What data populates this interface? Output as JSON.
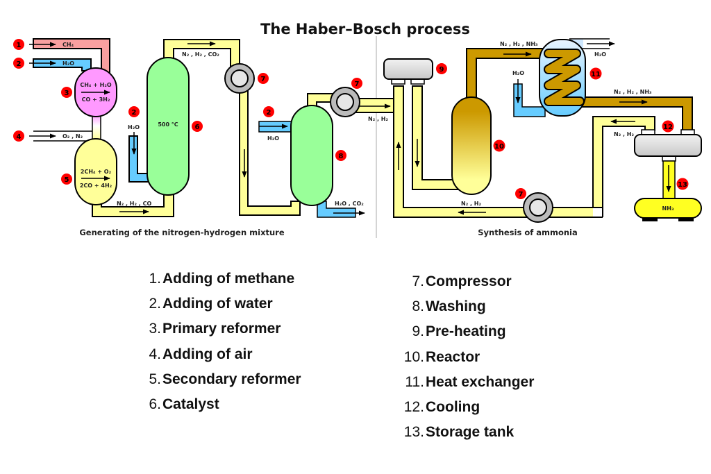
{
  "title": "The Haber–Bosch process",
  "sections": {
    "left": "Generating of the nitrogen-hydrogen mixture",
    "right": "Synthesis of ammonia"
  },
  "colors": {
    "methane": "#f9a0a0",
    "water": "#66ccff",
    "gas": "#ffff99",
    "primary_reformer": "#ff99ff",
    "catalyst": "#99ff99",
    "product": "#cc9900",
    "compressor_outer": "#bbbbbb",
    "compressor_inner": "#e6e6e6",
    "marker": "#ff0000",
    "storage": "#ffff22"
  },
  "diagram": {
    "stream_labels": {
      "ch4": "CH₄",
      "h2o_1": "H₂O",
      "o2_n2": "O₂ , N₂",
      "n2_h2_co": "N₂ , H₂ , CO",
      "n2_h2_co2": "N₂ , H₂ , CO₂",
      "h2o_catalyst": "H₂O",
      "h2o_wash": "H₂O",
      "h2o_co2": "H₂O , CO₂",
      "n2_h2_out": "N₂ , H₂",
      "n2_h2_nh3_top": "N₂ , H₂ , NH₃",
      "h2o_hx_in": "H₂O",
      "h2o_hx_out": "H₂O",
      "n2_h2_nh3_mid": "N₂ , H₂ , NH₃",
      "n2_h2_recycle_top": "N₂ , H₂",
      "n2_h2_recycle_bottom": "N₂ , H₂",
      "nh3": "NH₃"
    },
    "reactions": {
      "primary_top": "CH₄ + H₂O",
      "primary_bottom": "CO + 3H₂",
      "secondary_top": "2CH₄ + O₂",
      "secondary_bottom": "2CO + 4H₂"
    },
    "catalyst_temperature": "500 °C",
    "markers": [
      "1",
      "2",
      "3",
      "4",
      "5",
      "2",
      "6",
      "7",
      "2",
      "8",
      "7",
      "9",
      "10",
      "11",
      "12",
      "13",
      "7"
    ]
  },
  "legend": {
    "left": [
      {
        "num": "1.",
        "text": "Adding of methane"
      },
      {
        "num": "2.",
        "text": "Adding of water"
      },
      {
        "num": "3.",
        "text": "Primary reformer"
      },
      {
        "num": "4.",
        "text": "Adding of air"
      },
      {
        "num": "5.",
        "text": "Secondary reformer"
      },
      {
        "num": "6.",
        "text": "Catalyst"
      }
    ],
    "right": [
      {
        "num": "7.",
        "text": "Compressor"
      },
      {
        "num": "8.",
        "text": "Washing"
      },
      {
        "num": "9.",
        "text": "Pre-heating"
      },
      {
        "num": "10.",
        "text": "Reactor"
      },
      {
        "num": "11.",
        "text": "Heat exchanger"
      },
      {
        "num": "12.",
        "text": "Cooling"
      },
      {
        "num": "13.",
        "text": "Storage tank"
      }
    ]
  }
}
